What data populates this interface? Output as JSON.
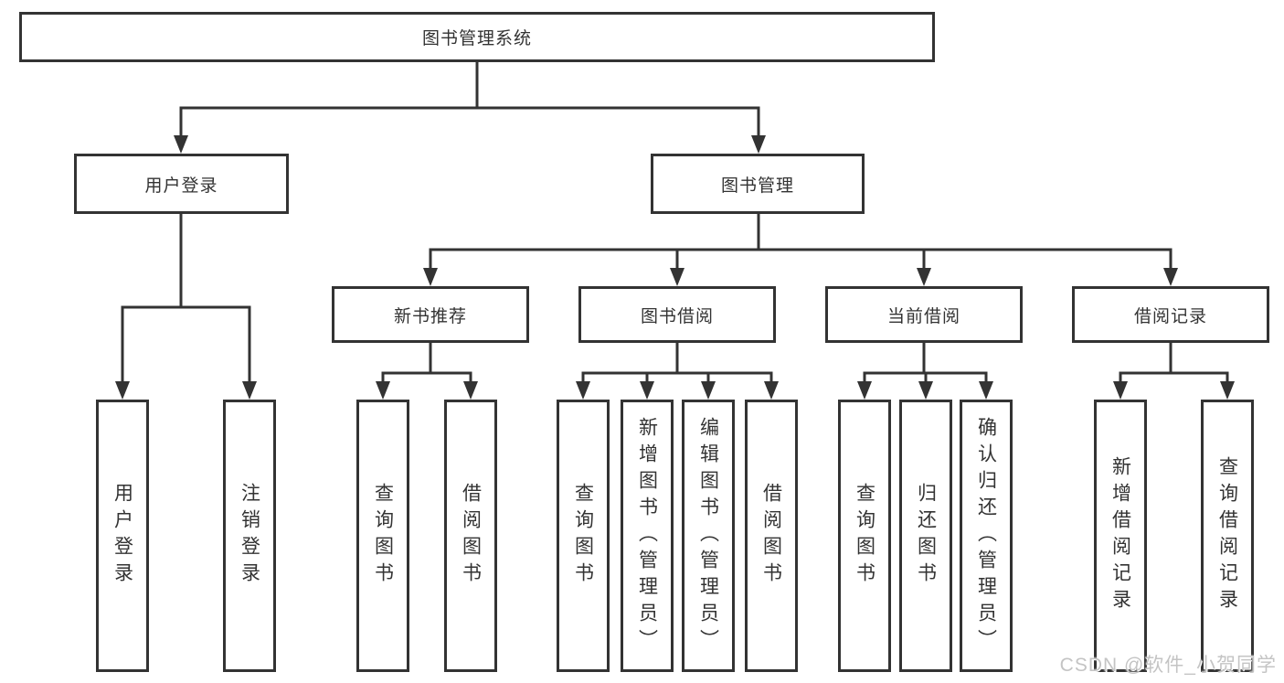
{
  "diagram": {
    "root": {
      "label": "图书管理系统"
    },
    "level2": [
      {
        "label": "用户登录"
      },
      {
        "label": "图书管理"
      }
    ],
    "level3": [
      {
        "label": "新书推荐"
      },
      {
        "label": "图书借阅"
      },
      {
        "label": "当前借阅"
      },
      {
        "label": "借阅记录"
      }
    ],
    "leaves": [
      {
        "label": "用户登录"
      },
      {
        "label": "注销登录"
      },
      {
        "label": "查询图书"
      },
      {
        "label": "借阅图书"
      },
      {
        "label": "查询图书"
      },
      {
        "label": "新增图书（管理员）"
      },
      {
        "label": "编辑图书（管理员）"
      },
      {
        "label": "借阅图书"
      },
      {
        "label": "查询图书"
      },
      {
        "label": "归还图书"
      },
      {
        "label": "确认归还（管理员）"
      },
      {
        "label": "新增借阅记录"
      },
      {
        "label": "查询借阅记录"
      }
    ],
    "watermark": "CSDN @软件_小贺同学",
    "colors": {
      "line": "#333333",
      "text": "#333333",
      "watermark": "#c4c4c4",
      "background": "#ffffff"
    }
  }
}
